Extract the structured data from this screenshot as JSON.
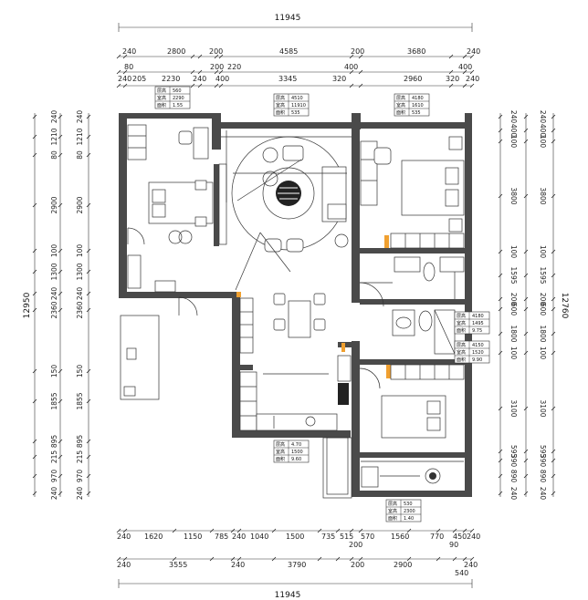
{
  "top_dims": {
    "total": "11945",
    "row1": [
      "240",
      "2800",
      "200",
      "4585",
      "200",
      "3680",
      "240"
    ],
    "row2": [
      "80",
      "2230",
      "200",
      "220",
      "3345",
      "400",
      "2960",
      "400"
    ],
    "row3": [
      "240",
      "205",
      "240",
      "400",
      "320",
      "320",
      "240"
    ]
  },
  "bottom_dims": {
    "total": "11945",
    "row1": [
      "240",
      "1620",
      "1150",
      "785",
      "240",
      "1040",
      "1500",
      "735",
      "515",
      "570",
      "1560",
      "770",
      "450",
      "240"
    ],
    "row1b": [
      "200",
      "90"
    ],
    "row2": [
      "240",
      "3555",
      "240",
      "3790",
      "200",
      "2900",
      "240"
    ],
    "row2b": [
      "540"
    ]
  },
  "left_dims": {
    "total": "12950",
    "segments": [
      "240",
      "1210",
      "80",
      "2900",
      "100",
      "1300",
      "240",
      "2360",
      "150",
      "1855",
      "895",
      "215",
      "970",
      "240"
    ]
  },
  "right_dims": {
    "total": "12760",
    "segments": [
      "240",
      "400",
      "100",
      "3800",
      "100",
      "1595",
      "200",
      "600",
      "1800",
      "100",
      "3100",
      "595",
      "390",
      "890",
      "240"
    ]
  },
  "room_tags": [
    {
      "rows": [
        [
          "层高",
          "560"
        ],
        [
          "室高",
          "2290"
        ],
        [
          "面积",
          "1.55"
        ]
      ]
    },
    {
      "rows": [
        [
          "层高",
          "4510"
        ],
        [
          "室高",
          "11910"
        ],
        [
          "面积",
          "535"
        ]
      ]
    },
    {
      "rows": [
        [
          "层高",
          "4180"
        ],
        [
          "室高",
          "1610"
        ],
        [
          "面积",
          "535"
        ]
      ]
    },
    {
      "rows": [
        [
          "层高",
          "4180"
        ],
        [
          "室高",
          "1495"
        ],
        [
          "面积",
          "9.75"
        ]
      ]
    },
    {
      "rows": [
        [
          "层高",
          "4150"
        ],
        [
          "室高",
          "1520"
        ],
        [
          "面积",
          "9.90"
        ]
      ]
    },
    {
      "rows": [
        [
          "层高",
          "4.70"
        ],
        [
          "室高",
          "1500"
        ],
        [
          "面积",
          "9.60"
        ]
      ]
    },
    {
      "rows": [
        [
          "层高",
          "530"
        ],
        [
          "室高",
          "2300"
        ],
        [
          "面积",
          "1.40"
        ]
      ]
    }
  ],
  "colors": {
    "wall": "#4a4a4a",
    "line": "#333333",
    "accent": "#f0a030"
  }
}
